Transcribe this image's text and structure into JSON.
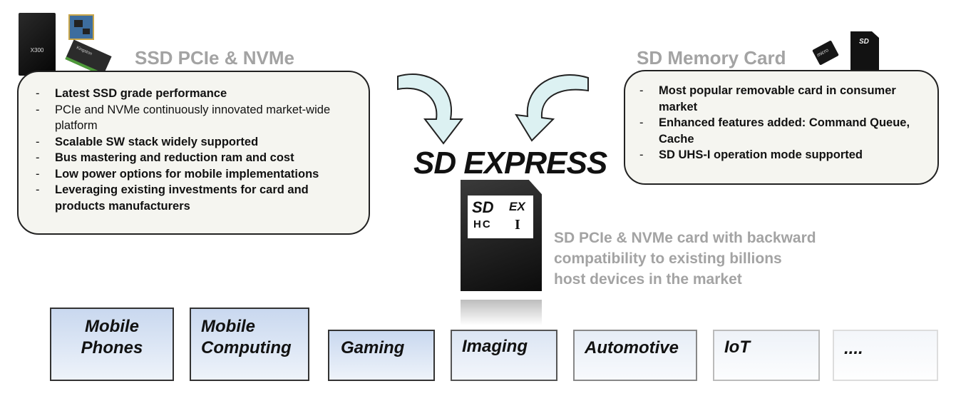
{
  "left": {
    "title": "SSD PCIe & NVMe",
    "ssd_label": "X300",
    "chip_label": "Kingston",
    "bullets": [
      "Latest SSD grade performance",
      "PCIe and NVMe continuously innovated market-wide platform",
      "Scalable SW stack widely  supported",
      "Bus mastering and reduction ram and cost",
      "Low power options for mobile implementations",
      "Leveraging existing investments for card and products manufacturers"
    ]
  },
  "right": {
    "title": "SD Memory Card",
    "micro_label": "micro",
    "sd_label": "SD",
    "bullets": [
      "Most popular removable card in consumer market",
      "Enhanced features added: Command Queue, Cache",
      "SD UHS-I operation mode supported"
    ]
  },
  "center": {
    "logo": "SD EXPRESS",
    "card_sd": "SD",
    "card_hc": "HC",
    "card_ex": "EX",
    "card_i": "I",
    "caption_lines": [
      "SD PCIe & NVMe card with backward",
      "compatibility to existing billions",
      "host devices in the market"
    ]
  },
  "colors": {
    "heading_gray": "#a3a3a3",
    "arrow_fill": "#dcf1f2",
    "tile_blue": "#c9d8ef"
  },
  "tiles": [
    {
      "lines": [
        "Mobile",
        "Phones"
      ]
    },
    {
      "lines": [
        "Mobile",
        "Computing"
      ]
    },
    {
      "lines": [
        "Gaming"
      ]
    },
    {
      "lines": [
        "Imaging"
      ]
    },
    {
      "lines": [
        "Automotive"
      ]
    },
    {
      "lines": [
        "IoT"
      ]
    },
    {
      "lines": [
        "...."
      ]
    }
  ]
}
